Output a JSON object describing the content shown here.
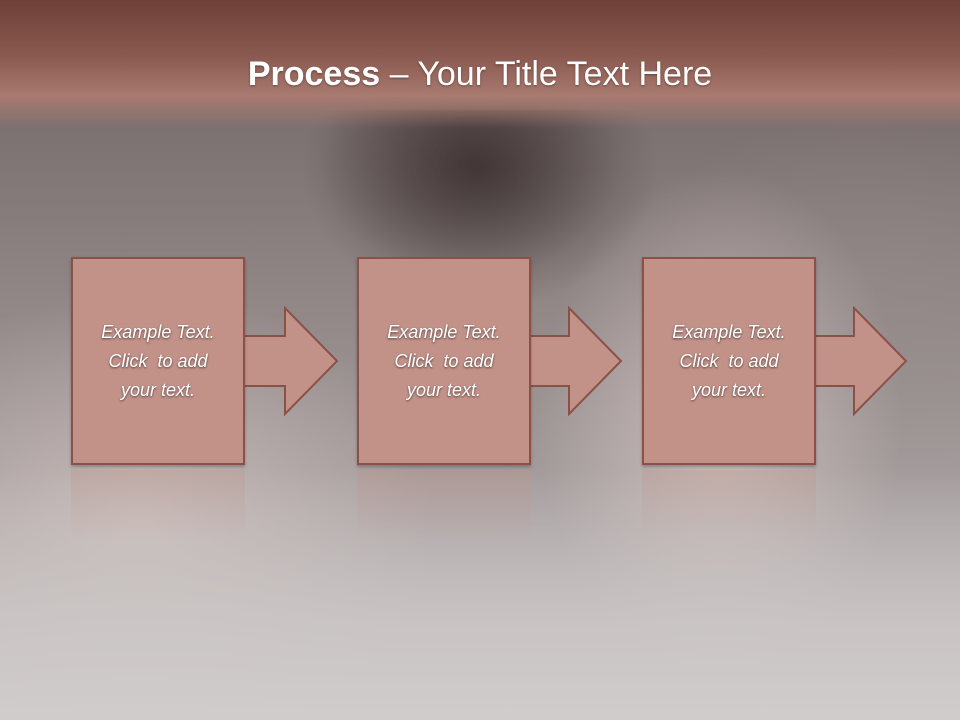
{
  "slide": {
    "title_bold": "Process",
    "title_rest": " – Your Title Text Here",
    "colors": {
      "title_band": "#8b5a50",
      "box_fill": "#c29289",
      "box_border": "#8a5149",
      "text": "#ffffff"
    },
    "steps": [
      {
        "line1": "Example Text.",
        "line2": "Click  to add",
        "line3": "your text."
      },
      {
        "line1": "Example Text.",
        "line2": "Click  to add",
        "line3": "your text."
      },
      {
        "line1": "Example Text.",
        "line2": "Click  to add",
        "line3": "your text."
      }
    ]
  }
}
